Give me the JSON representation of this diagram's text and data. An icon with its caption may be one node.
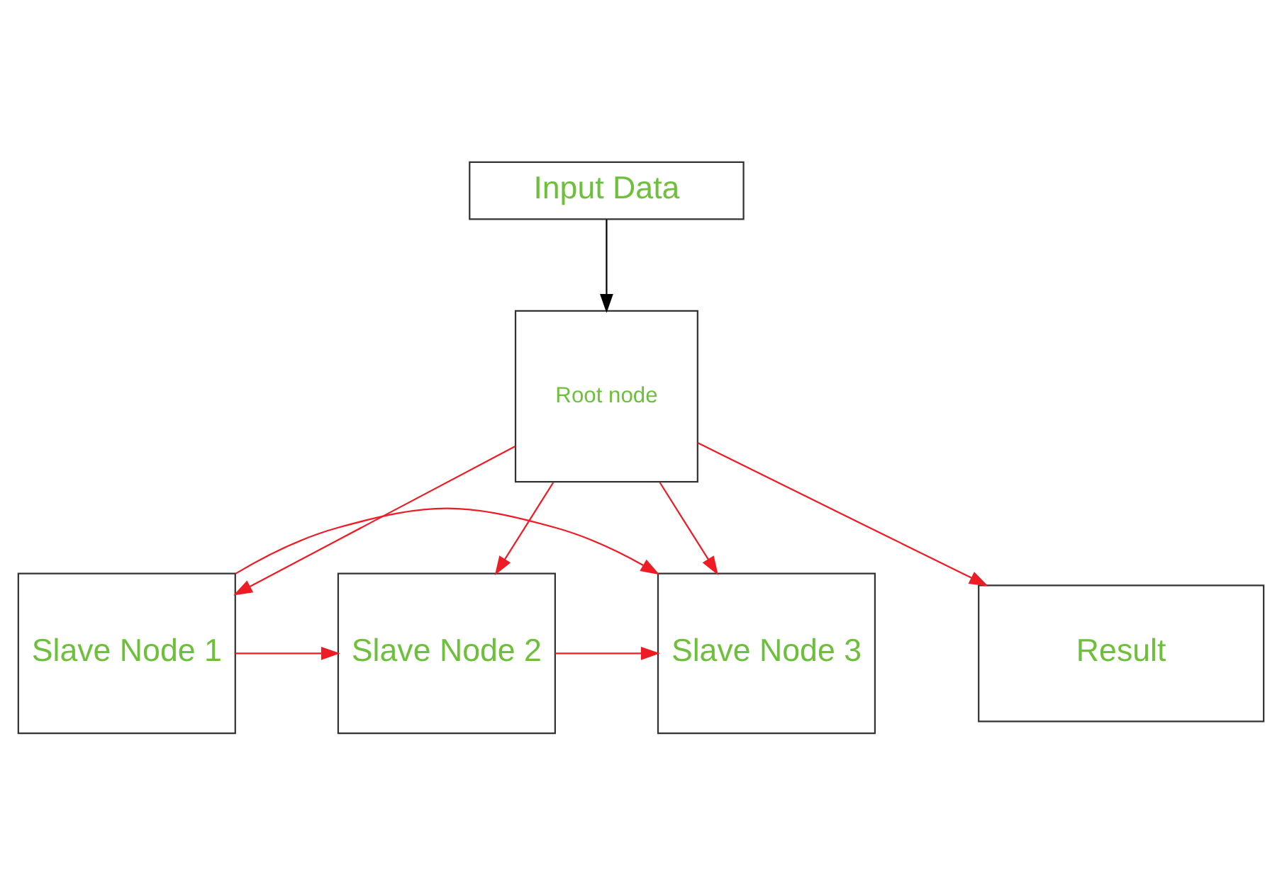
{
  "diagram": {
    "nodes": [
      {
        "text": [
          "Input Data"
        ]
      },
      {
        "text": [
          "Root node"
        ]
      },
      {
        "text": [
          "Slave Node 1"
        ]
      },
      {
        "text": [
          "Slave Node 2"
        ]
      },
      {
        "text": [
          "Slave Node 3"
        ]
      },
      {
        "text": [
          "Result"
        ]
      }
    ],
    "edges": [
      {
        "from": 0,
        "to": 1,
        "arrow": "to",
        "color": "#000000"
      },
      {
        "from": 1,
        "to": 2,
        "arrow": "to"
      },
      {
        "from": 1,
        "to": 3,
        "arrow": "to"
      },
      {
        "from": 1,
        "to": 4,
        "arrow": "to"
      },
      {
        "from": 1,
        "to": 5,
        "arrow": "to"
      },
      {
        "from": 2,
        "to": 3,
        "arrow": "to"
      },
      {
        "from": 2,
        "to": 4,
        "arrow": "to"
      },
      {
        "from": 3,
        "to": 4,
        "arrow": "to"
      }
    ]
  }
}
